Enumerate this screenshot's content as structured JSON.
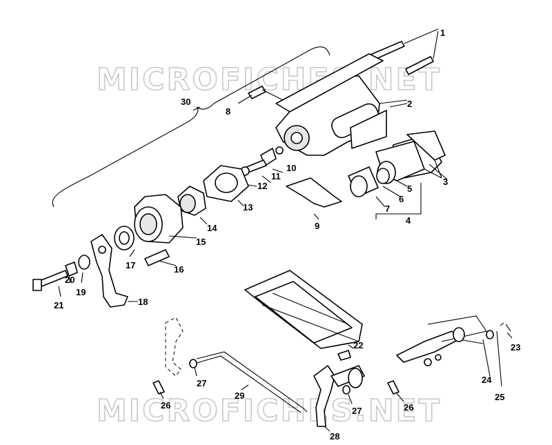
{
  "watermarks": [
    "MICROFICHES.NET",
    "MICROFICHES.NET"
  ],
  "callouts": [
    {
      "id": "c1",
      "text": "1"
    },
    {
      "id": "c2",
      "text": "2"
    },
    {
      "id": "c3",
      "text": "3"
    },
    {
      "id": "c4",
      "text": "4"
    },
    {
      "id": "c5",
      "text": "5"
    },
    {
      "id": "c6",
      "text": "6"
    },
    {
      "id": "c7",
      "text": "7"
    },
    {
      "id": "c8",
      "text": "8"
    },
    {
      "id": "c9",
      "text": "9"
    },
    {
      "id": "c10",
      "text": "10"
    },
    {
      "id": "c11",
      "text": "11"
    },
    {
      "id": "c12",
      "text": "12"
    },
    {
      "id": "c13",
      "text": "13"
    },
    {
      "id": "c14",
      "text": "14"
    },
    {
      "id": "c15",
      "text": "15"
    },
    {
      "id": "c16",
      "text": "16"
    },
    {
      "id": "c17",
      "text": "17"
    },
    {
      "id": "c18",
      "text": "18"
    },
    {
      "id": "c19",
      "text": "19"
    },
    {
      "id": "c20",
      "text": "20"
    },
    {
      "id": "c21",
      "text": "21"
    },
    {
      "id": "c22",
      "text": "22"
    },
    {
      "id": "c23",
      "text": "23"
    },
    {
      "id": "c24",
      "text": "24"
    },
    {
      "id": "c25",
      "text": "25"
    },
    {
      "id": "c26a",
      "text": "26"
    },
    {
      "id": "c26b",
      "text": "26"
    },
    {
      "id": "c27a",
      "text": "27"
    },
    {
      "id": "c27b",
      "text": "27"
    },
    {
      "id": "c28",
      "text": "28"
    },
    {
      "id": "c29",
      "text": "29"
    },
    {
      "id": "c30",
      "text": "30"
    }
  ]
}
